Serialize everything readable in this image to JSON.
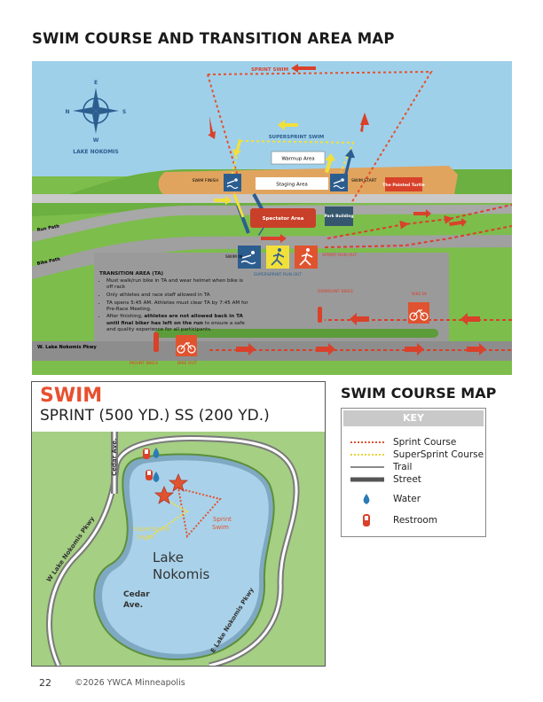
{
  "title": "SWIM COURSE AND TRANSITION AREA MAP",
  "transition_map": {
    "labels": {
      "sprint_swim": "SPRINT SWIM",
      "supersprint_swim": "SUPERSPRINT SWIM",
      "lake": "LAKE NOKOMIS",
      "warmup": "Warmup Area",
      "staging": "Staging Area",
      "swim_finish": "SWIM FINISH",
      "swim_start": "SWIM START",
      "painted_turtle": "The Painted Turtle",
      "spectator": "Spectator Area",
      "park_building": "Park Building",
      "run_path_1": "Run Path",
      "run_path_2": "Bike Path",
      "swim_in": "SWIM IN",
      "ss_run_out": "SUPERSPRINT RUN OUT",
      "sprint_run_out": "SPRINT RUN OUT",
      "dismount": "DISMOUNT BIKES",
      "bike_in": "BIKE IN",
      "mount": "MOUNT BIKES",
      "bike_out": "BIKE OUT",
      "parkway": "W. Lake Nokomis Pkwy"
    },
    "compass": {
      "n": "N",
      "e": "E",
      "s": "S",
      "w": "W"
    },
    "transition_area": {
      "heading": "TRANSITION AREA (TA)",
      "items": [
        "Must walk/run bike in TA and wear helmet when bike is off rack",
        "Only athletes and race staff allowed in TA",
        "TA opens 5:45 AM. Athletes must clear TA by 7:45 AM for Pre-Race Meeting.",
        "After finishing, athletes are not allowed back in TA until final biker has left on the run to ensure a safe and quality experience for all participants."
      ],
      "bold_intro": "athletes are not allowed back in TA until final biker has left on the run",
      "item4_pre": "After finishing, ",
      "item4_post": " to ensure a safe and quality experience for all participants."
    }
  },
  "swim_card": {
    "heading": "SWIM",
    "subheading": "SPRINT (500 YD.) SS (200 YD.)",
    "labels": {
      "cedar_top": "Cedar Ave.",
      "w_parkway": "W Lake Nokomis Pkwy",
      "e_parkway": "E Lake Nokomis Pkwy",
      "lake_line1": "Lake",
      "lake_line2": "Nokomis",
      "cedar_line1": "Cedar",
      "cedar_line2": "Ave.",
      "supersprint_line1": "SuperSprint",
      "supersprint_line2": "Swim",
      "sprint_line1": "Sprint",
      "sprint_line2": "Swim"
    }
  },
  "key": {
    "section_title": "SWIM COURSE MAP",
    "heading": "KEY",
    "items": [
      {
        "label": "Sprint Course",
        "icon": "sprint-dotted-line"
      },
      {
        "label": "SuperSprint Course",
        "icon": "supersprint-dotted-line"
      },
      {
        "label": "Trail",
        "icon": "trail-line"
      },
      {
        "label": "Street",
        "icon": "street-line"
      },
      {
        "label": "Water",
        "icon": "water-drop-icon"
      },
      {
        "label": "Restroom",
        "icon": "restroom-icon"
      }
    ]
  },
  "footer": {
    "page_number": "22",
    "copyright": "©2026 YWCA Minneapolis"
  },
  "colors": {
    "sprint": "#e0532f",
    "supersprint": "#f2e03a",
    "water": "#9ccbe6",
    "grass": "#78b94a",
    "sand": "#e2a460",
    "road": "#9b9b9b",
    "panel_blue": "#2c5d8f"
  }
}
